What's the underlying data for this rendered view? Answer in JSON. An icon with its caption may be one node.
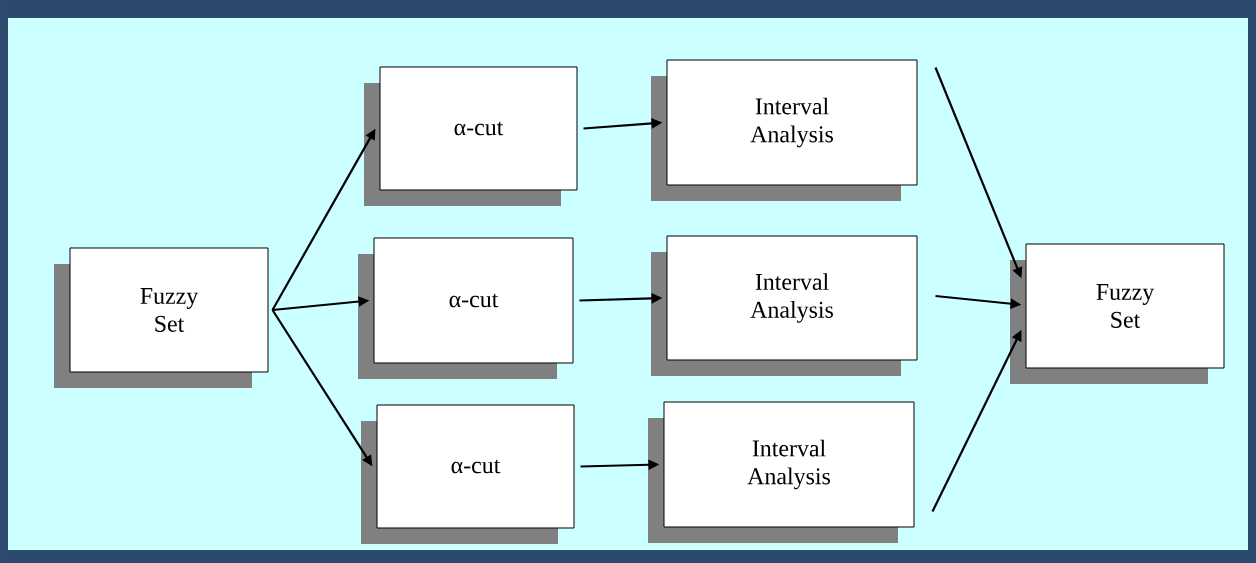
{
  "diagram": {
    "nodes": [
      {
        "text": [
          "Fuzzy Set"
        ]
      },
      {
        "text": [
          "α-cut"
        ]
      },
      {
        "text": [
          "Interval Analysis"
        ]
      },
      {
        "text": [
          "α-cut"
        ]
      },
      {
        "text": [
          "Interval Analysis"
        ]
      },
      {
        "text": [
          "α-cut"
        ]
      },
      {
        "text": [
          "Interval Analysis"
        ]
      },
      {
        "text": [
          "Fuzzy Set"
        ]
      }
    ],
    "edges": [
      {
        "from": 0,
        "to": 1,
        "arrow": "to"
      },
      {
        "from": 0,
        "to": 3,
        "arrow": "to"
      },
      {
        "from": 0,
        "to": 5,
        "arrow": "to"
      },
      {
        "from": 1,
        "to": 2,
        "arrow": "to"
      },
      {
        "from": 3,
        "to": 4,
        "arrow": "to"
      },
      {
        "from": 5,
        "to": 6,
        "arrow": "to"
      },
      {
        "from": 2,
        "to": 7,
        "arrow": "to"
      },
      {
        "from": 4,
        "to": 7,
        "arrow": "to"
      },
      {
        "from": 6,
        "to": 7,
        "arrow": "to"
      }
    ]
  }
}
